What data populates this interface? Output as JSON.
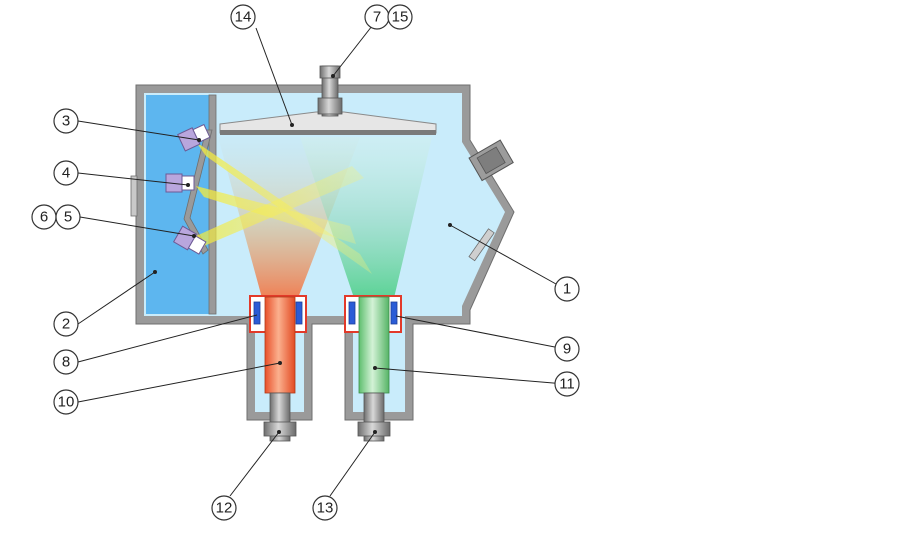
{
  "labels": {
    "c1": "1",
    "c2": "2",
    "c3": "3",
    "c4": "4",
    "c5": "5",
    "c6": "6",
    "c7": "7",
    "c8": "8",
    "c9": "9",
    "c10": "10",
    "c11": "11",
    "c12": "12",
    "c13": "13",
    "c14": "14",
    "c15": "15"
  },
  "colors": {
    "chamber_fill": "#c9ecfb",
    "wall": "#8e8e8e",
    "side_chamber": "#5db6ef",
    "source_red": "#f2643a",
    "source_green": "#79cf86",
    "sensor_purple": "#b9a6dd",
    "substrate": "#e6e6e6",
    "coil_red": "#e23a2a",
    "coil_blue": "#2b5cd6"
  }
}
